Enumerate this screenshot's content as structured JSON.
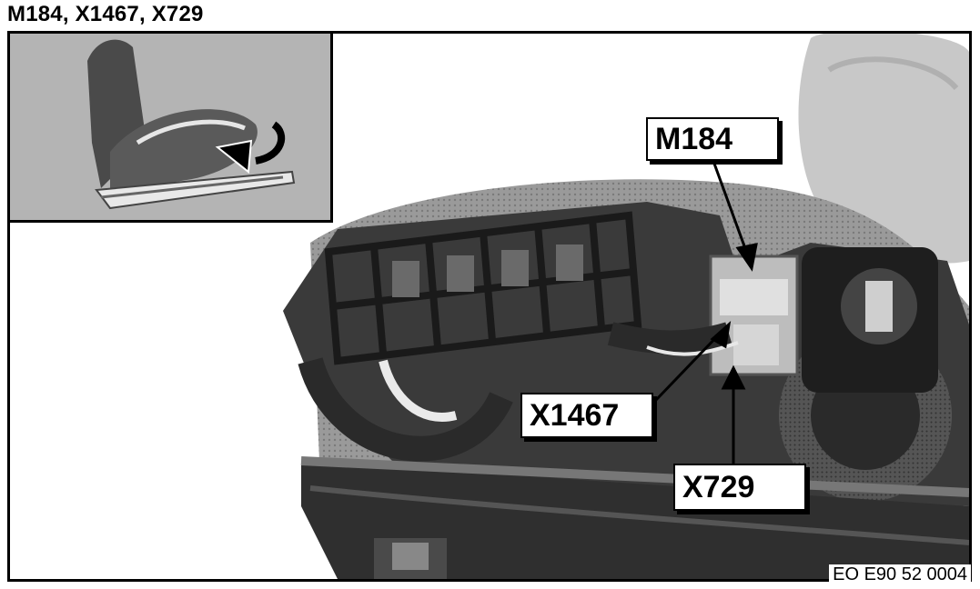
{
  "header": {
    "title": "M184, X1467, X729"
  },
  "callouts": {
    "m184": "M184",
    "x1467": "X1467",
    "x729": "X729"
  },
  "figure": {
    "reference": "EO E90 52 0004"
  }
}
